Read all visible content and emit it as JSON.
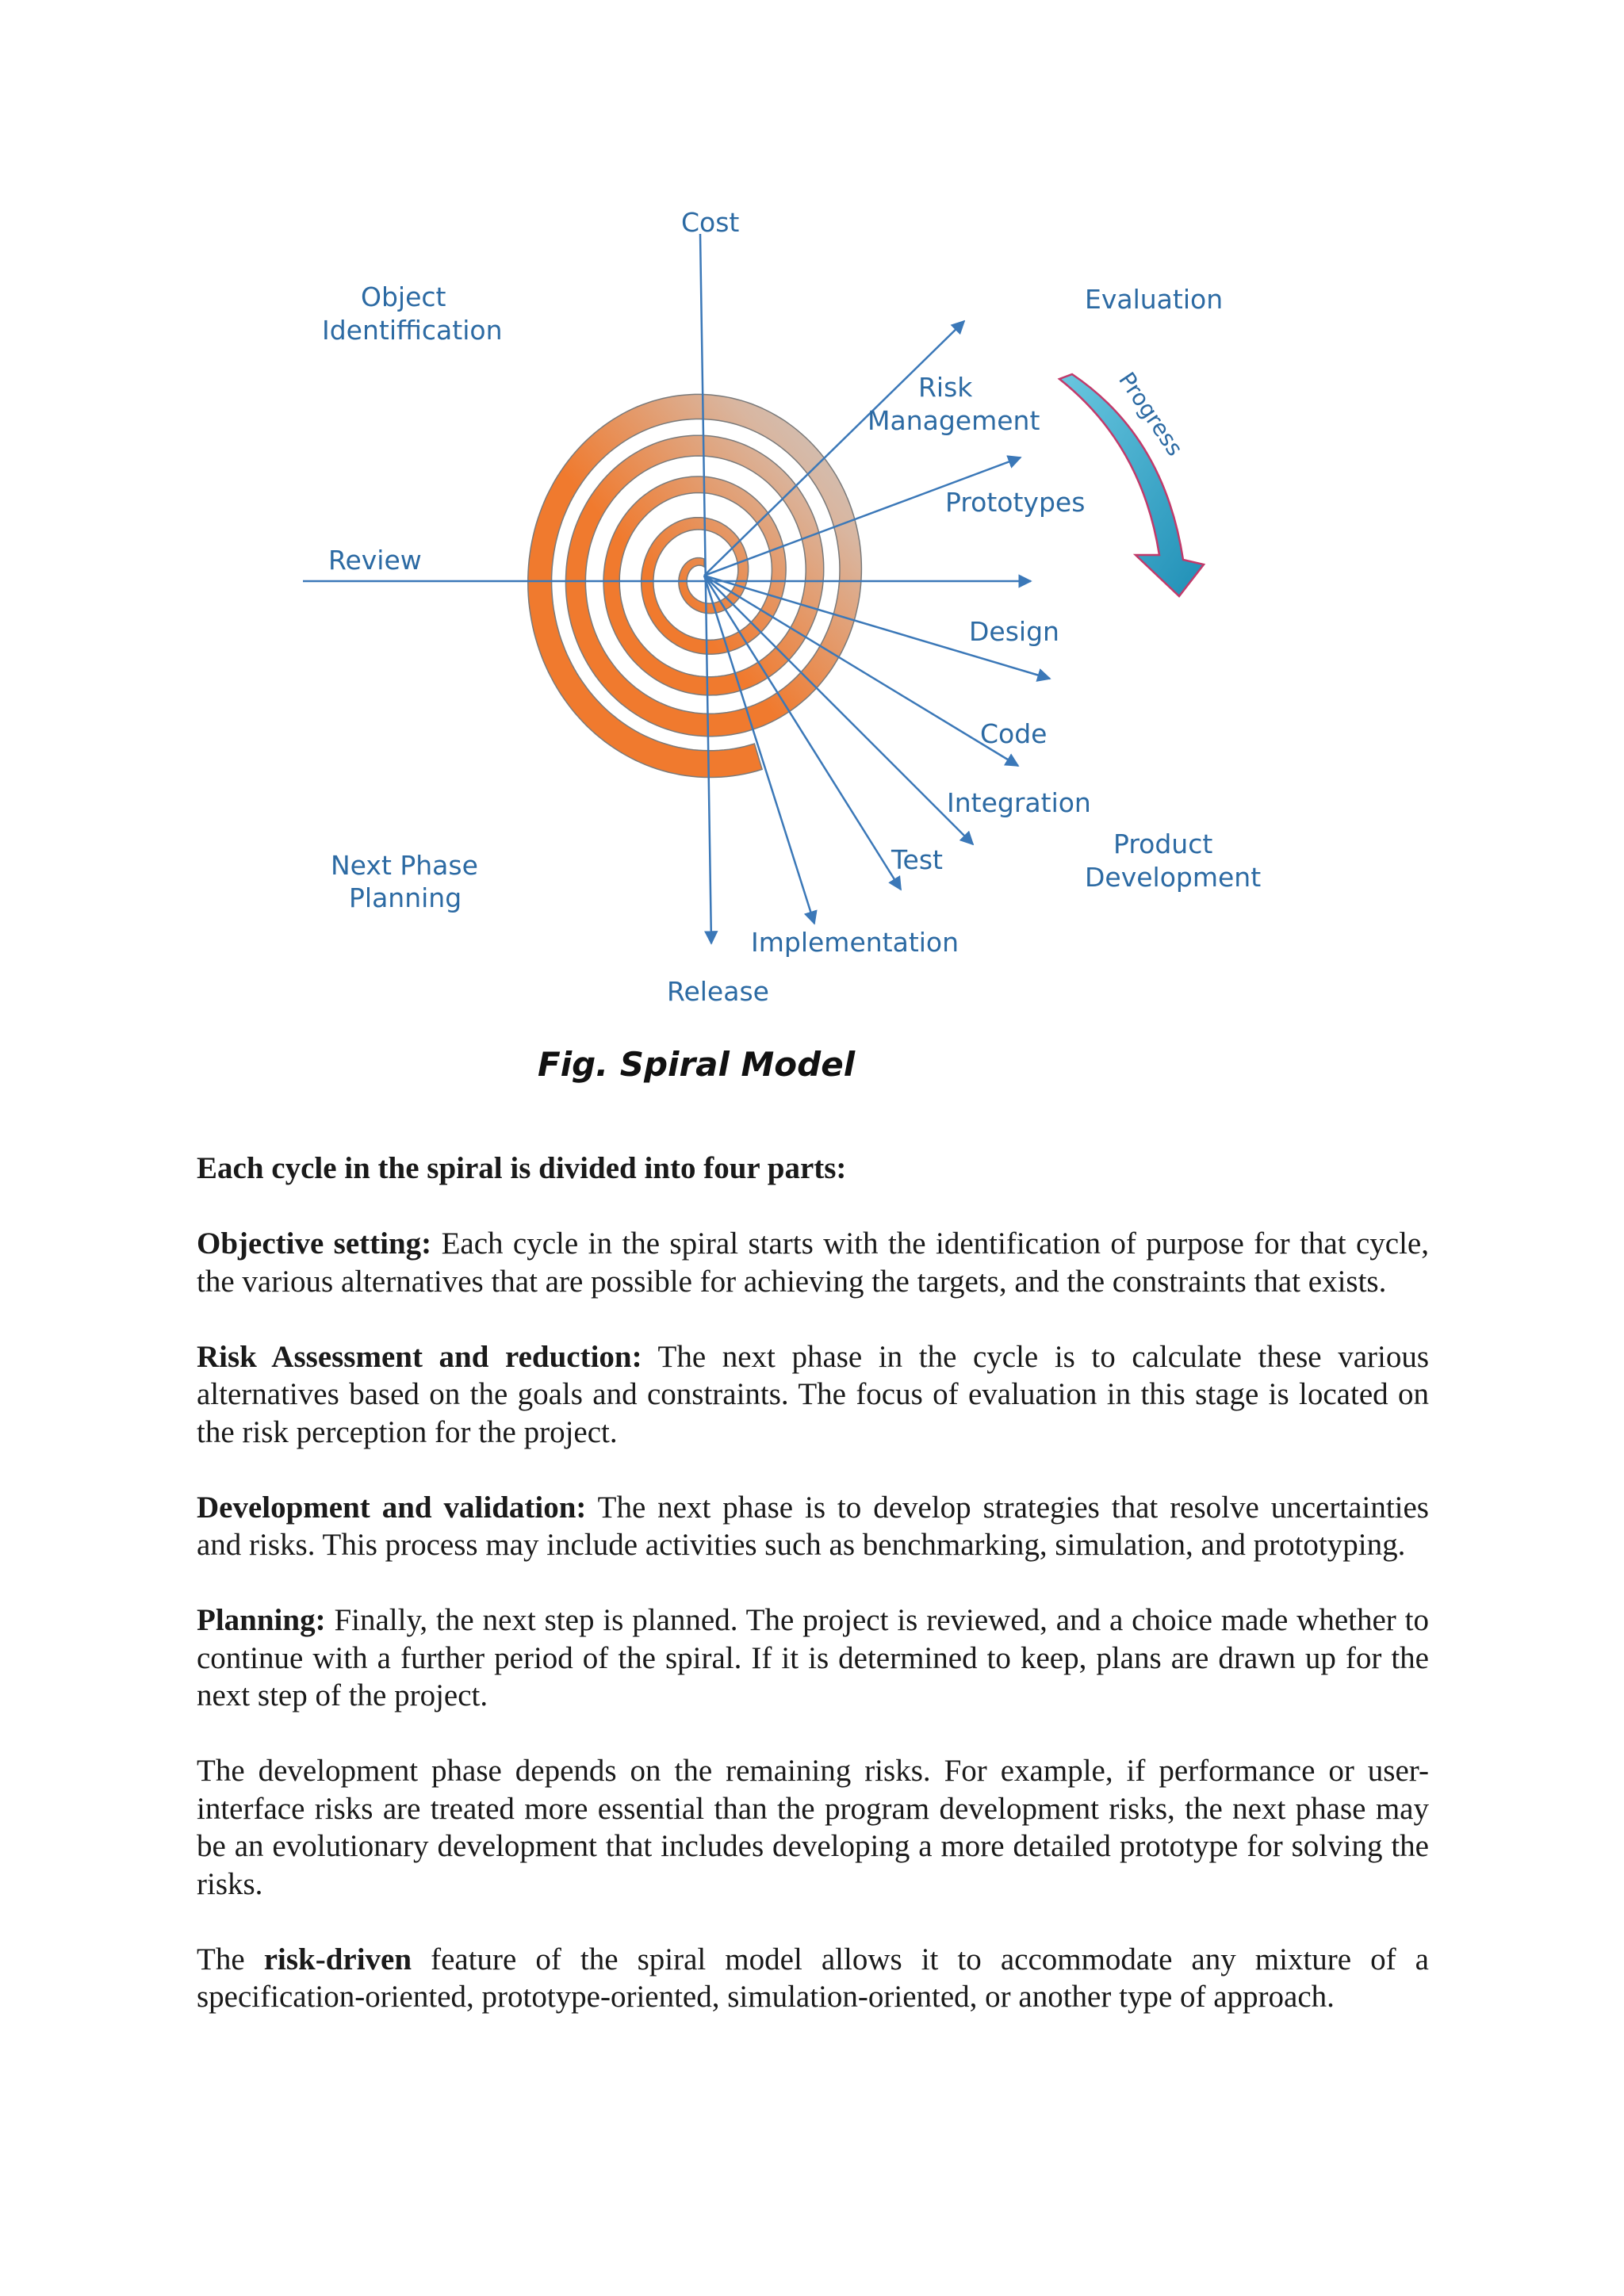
{
  "figure": {
    "labels": {
      "cost": "Cost",
      "object_identification_1": "Object",
      "object_identification_2": "Identiffication",
      "evaluation": "Evaluation",
      "risk_management_1": "Risk",
      "risk_management_2": "Management",
      "prototypes": "Prototypes",
      "review": "Review",
      "design": "Design",
      "code": "Code",
      "integration": "Integration",
      "product_development_1": "Product",
      "product_development_2": "Development",
      "test": "Test",
      "next_phase_planning_1": "Next Phase",
      "next_phase_planning_2": "Planning",
      "implementation": "Implementation",
      "release": "Release",
      "progress": "Progress"
    },
    "caption": "Fig. Spiral Model",
    "colors": {
      "label_blue": "#2c6aa3",
      "axis_blue": "#3b78b8",
      "spiral_orange": "#f07a2e",
      "spiral_gray": "#c8c8c8",
      "progress_arrow": "#2aa0c4",
      "progress_arrow_edge": "#c23a6a"
    }
  },
  "text": {
    "intro": "Each cycle in the spiral is divided into four parts:",
    "p1_bold": "Objective setting:",
    "p1_text": " Each cycle in the spiral starts with the identification of purpose for that cycle, the various alternatives that are possible for achieving the targets, and the constraints that exists.",
    "p2_bold": "Risk Assessment and reduction:",
    "p2_text": " The next phase in the cycle is to calculate these various alternatives based on the goals and constraints. The focus of evaluation in this stage is located on the risk perception for the project.",
    "p3_bold": "Development and validation:",
    "p3_text": " The next phase is to develop strategies that resolve uncertainties and risks. This process may include activities such as benchmarking, simulation, and prototyping.",
    "p4_bold": "Planning:",
    "p4_text": " Finally, the next step is planned. The project is reviewed, and a choice made whether to continue with a further period of the spiral. If it is determined to keep, plans are drawn up for the next step of the project.",
    "p5_text": "The development phase depends on the remaining risks. For example, if performance or user-interface risks are treated more essential than the program development risks, the next phase may be an evolutionary development that includes developing a more detailed prototype for solving the risks.",
    "p6_pre": "The ",
    "p6_bold": "risk-driven",
    "p6_text": " feature of the spiral model allows it to accommodate any mixture of a specification-oriented, prototype-oriented, simulation-oriented, or another type of approach."
  }
}
